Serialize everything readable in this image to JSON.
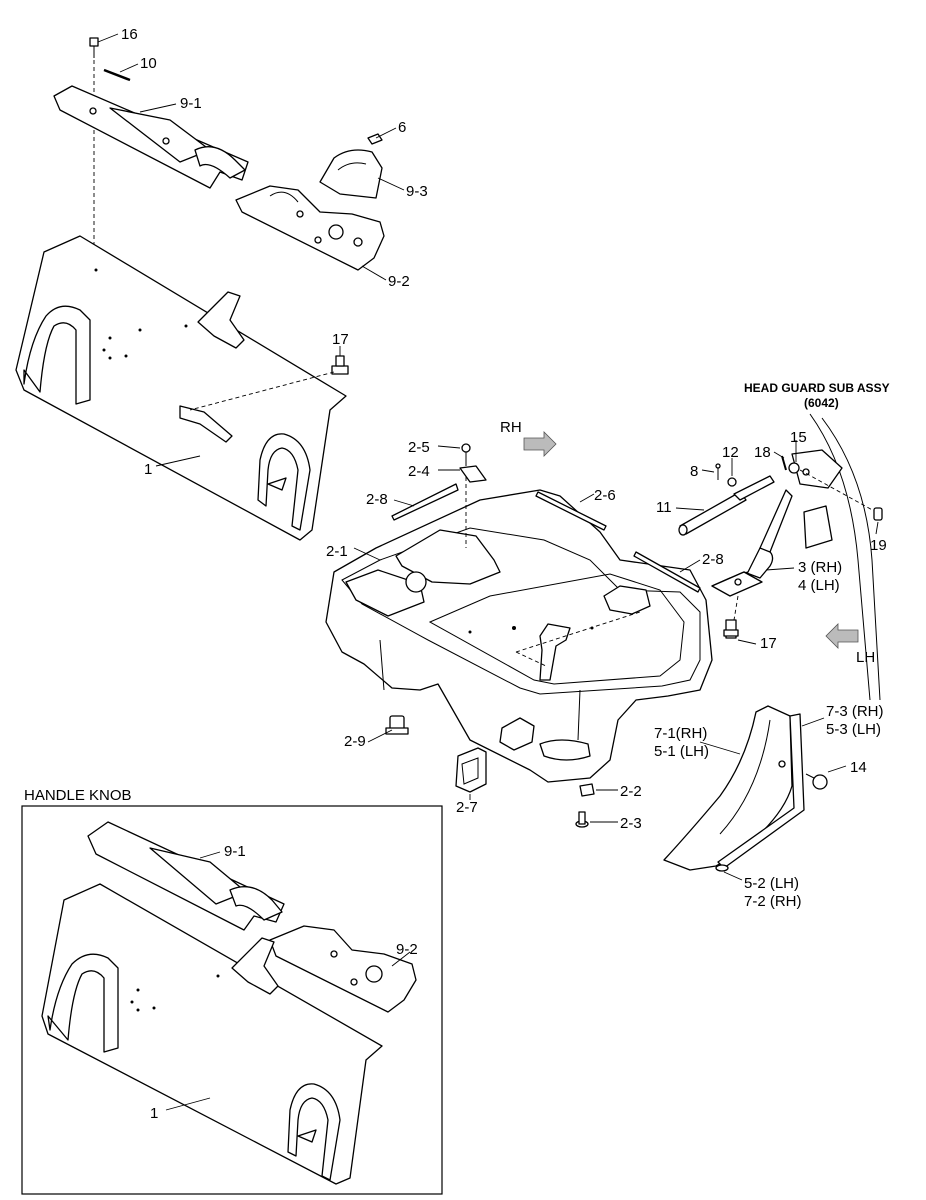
{
  "labels": {
    "p16": "16",
    "p10": "10",
    "p9_1": "9-1",
    "p6": "6",
    "p9_3": "9-3",
    "p9_2": "9-2",
    "p17_top": "17",
    "p1": "1",
    "head_guard_title": "HEAD GUARD SUB ASSY",
    "head_guard_code": "(6042)",
    "rh_arrow": "RH",
    "lh_arrow": "LH",
    "p2_5": "2-5",
    "p2_4": "2-4",
    "p2_8_left": "2-8",
    "p2_6": "2-6",
    "p2_1": "2-1",
    "p2_8_right": "2-8",
    "p8": "8",
    "p12": "12",
    "p18": "18",
    "p15": "15",
    "p11": "11",
    "p19": "19",
    "p3_rh": "3 (RH)",
    "p4_lh": "4 (LH)",
    "p17_right": "17",
    "p2_9": "2-9",
    "p2_7": "2-7",
    "p2_2": "2-2",
    "p2_3": "2-3",
    "p7_1_rh": "7-1(RH)",
    "p5_1_lh": "5-1 (LH)",
    "p7_3_rh": "7-3 (RH)",
    "p5_3_lh": "5-3 (LH)",
    "p14": "14",
    "p5_2_lh": "5-2 (LH)",
    "p7_2_rh": "7-2 (RH)"
  },
  "inset": {
    "title": "HANDLE KNOB",
    "p9_1": "9-1",
    "p9_2": "9-2",
    "p1": "1"
  }
}
